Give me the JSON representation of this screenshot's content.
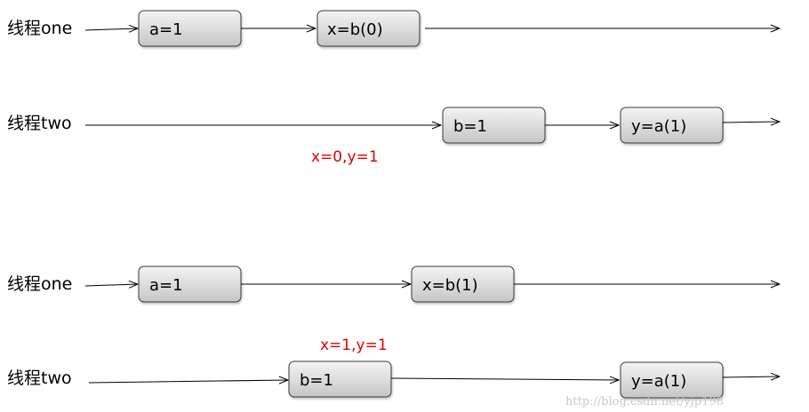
{
  "scenarios": [
    {
      "thread_one": {
        "label": "线程one",
        "ops": [
          "a=1",
          "x=b(0)"
        ]
      },
      "thread_two": {
        "label": "线程two",
        "ops": [
          "b=1",
          "y=a(1)"
        ]
      },
      "result": "x=0,y=1"
    },
    {
      "thread_one": {
        "label": "线程one",
        "ops": [
          "a=1",
          "x=b(1)"
        ]
      },
      "thread_two": {
        "label": "线程two",
        "ops": [
          "b=1",
          "y=a(1)"
        ]
      },
      "result": "x=1,y=1"
    }
  ],
  "watermark": "http://blog.csdn.net/yjp198",
  "colors": {
    "result_text": "#e00000",
    "box_fill_top": "#f4f4f4",
    "box_fill_bottom": "#c6c6c6",
    "line": "#000000"
  }
}
